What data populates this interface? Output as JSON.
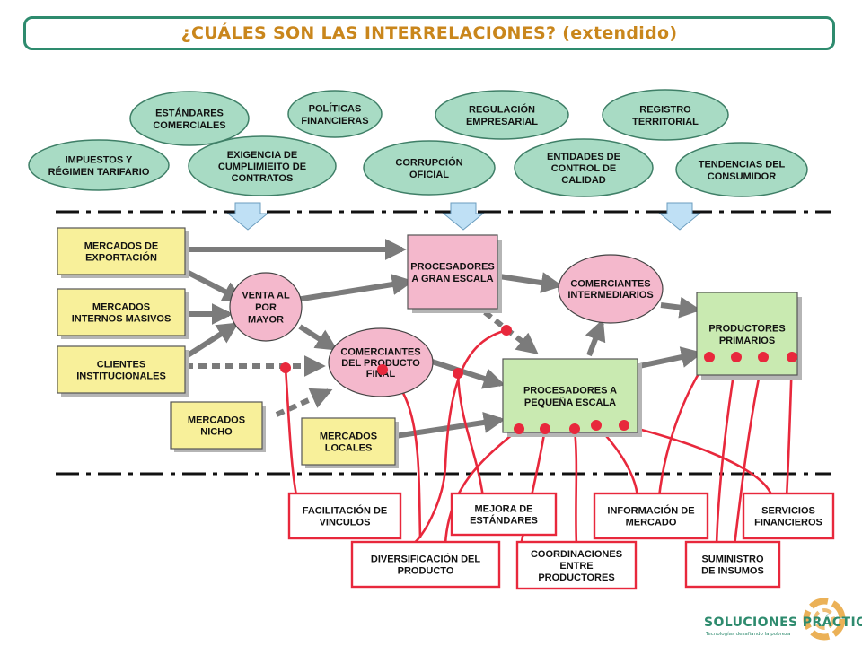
{
  "title": "¿CUÁLES SON LAS INTERRELACIONES? (extendido)",
  "colors": {
    "title_border": "#2e8b6e",
    "title_text": "#c9861c",
    "ellipse_fill": "#a8dbc4",
    "market_fill": "#f8f09a",
    "processor_large_fill": "#f4b8cc",
    "processor_small_fill": "#c9eab1",
    "service_border": "#e8283c",
    "arrow_gray": "#7b7b7b",
    "connector_red": "#e8283c"
  },
  "environment": [
    {
      "id": "estandares",
      "lines": [
        "ESTÁNDARES",
        "COMERCIALES"
      ]
    },
    {
      "id": "politicas",
      "lines": [
        "POLÍTICAS",
        "FINANCIERAS"
      ]
    },
    {
      "id": "regulacion",
      "lines": [
        "REGULACIÓN",
        "EMPRESARIAL"
      ]
    },
    {
      "id": "registro",
      "lines": [
        "REGISTRO",
        "TERRITORIAL"
      ]
    },
    {
      "id": "impuestos",
      "lines": [
        "IMPUESTOS Y",
        "RÉGIMEN TARIFARIO"
      ]
    },
    {
      "id": "exigencia",
      "lines": [
        "EXIGENCIA DE",
        "CUMPLIMIEITO DE",
        "CONTRATOS"
      ]
    },
    {
      "id": "corrupcion",
      "lines": [
        "CORRUPCIÓN",
        "OFICIAL"
      ]
    },
    {
      "id": "entidades",
      "lines": [
        "ENTIDADES DE",
        "CONTROL DE",
        "CALIDAD"
      ]
    },
    {
      "id": "tendencias",
      "lines": [
        "TENDENCIAS DEL",
        "CONSUMIDOR"
      ]
    }
  ],
  "markets": [
    {
      "id": "exportacion",
      "lines": [
        "MERCADOS DE",
        "EXPORTACIÓN"
      ]
    },
    {
      "id": "internos",
      "lines": [
        "MERCADOS",
        "INTERNOS MASIVOS"
      ]
    },
    {
      "id": "clientes",
      "lines": [
        "CLIENTES",
        "INSTITUCIONALES"
      ]
    },
    {
      "id": "nicho",
      "lines": [
        "MERCADOS",
        "NICHO"
      ]
    },
    {
      "id": "locales",
      "lines": [
        "MERCADOS",
        "LOCALES"
      ]
    }
  ],
  "intermediaries": [
    {
      "id": "venta",
      "lines": [
        "VENTA AL",
        "POR",
        "MAYOR"
      ]
    },
    {
      "id": "comerciantes_final",
      "lines": [
        "COMERCIANTES",
        "DEL PRODUCTO",
        "FINAL"
      ]
    },
    {
      "id": "comerciantes_inter",
      "lines": [
        "COMERCIANTES",
        "INTERMEDIARIOS"
      ]
    }
  ],
  "processors": [
    {
      "id": "gran",
      "lines": [
        "PROCESADORES",
        "A GRAN ESCALA"
      ]
    },
    {
      "id": "pequena",
      "lines": [
        "PROCESADORES A",
        "PEQUEÑA ESCALA"
      ]
    },
    {
      "id": "productores",
      "lines": [
        "PRODUCTORES",
        "PRIMARIOS"
      ]
    }
  ],
  "services": [
    {
      "id": "facilitacion",
      "lines": [
        "FACILITACIÓN DE",
        "VINCULOS"
      ]
    },
    {
      "id": "mejora",
      "lines": [
        "MEJORA DE",
        "ESTÁNDARES"
      ]
    },
    {
      "id": "informacion",
      "lines": [
        "INFORMACIÓN DE",
        "MERCADO"
      ]
    },
    {
      "id": "servicios",
      "lines": [
        "SERVICIOS",
        "FINANCIEROS"
      ]
    },
    {
      "id": "diversificacion",
      "lines": [
        "DIVERSIFICACIÓN DEL",
        "PRODUCTO"
      ]
    },
    {
      "id": "coordinaciones",
      "lines": [
        "COORDINACIONES",
        "ENTRE",
        "PRODUCTORES"
      ]
    },
    {
      "id": "suministro",
      "lines": [
        "SUMINISTRO",
        "DE INSUMOS"
      ]
    }
  ],
  "logo": {
    "name": "SOLUCIONES PRÁCTICAS",
    "tagline": "Tecnologías desafiando la pobreza"
  }
}
